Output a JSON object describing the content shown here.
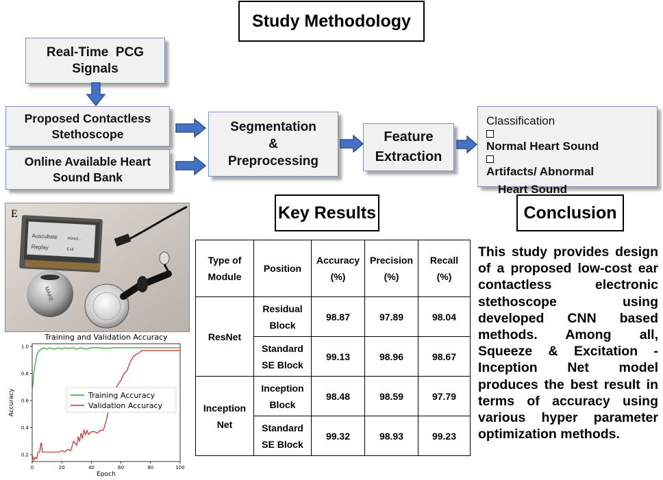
{
  "title": "Study Methodology",
  "flow": {
    "pcg": [
      "Real-Time  PCG",
      "Signals"
    ],
    "stethoscope": [
      "Proposed Contactless",
      "Stethoscope"
    ],
    "online": [
      "Online Available Heart",
      "Sound Bank"
    ],
    "segmentation": [
      "Segmentation",
      "&",
      "Preprocessing"
    ],
    "feature": [
      "Feature",
      "Extraction"
    ],
    "classification": {
      "heading": "Classification",
      "items": [
        "Normal Heart Sound",
        "Artifacts/ Abnormal",
        "Heart Sound"
      ]
    }
  },
  "photo": {
    "label": "E",
    "screen_items": [
      "Auscultate",
      "About...",
      "Replay",
      "Exit"
    ],
    "lettering": "MAKE"
  },
  "key_results_title": "Key Results",
  "conclusion_title": "Conclusion",
  "table": {
    "headers": [
      [
        "Type of",
        "Module"
      ],
      [
        "Position"
      ],
      [
        "Accuracy",
        "(%)"
      ],
      [
        "Precision",
        "(%)"
      ],
      [
        "Recall",
        "(%)"
      ]
    ],
    "groups": [
      {
        "module": "ResNet",
        "rows": [
          {
            "position": [
              "Residual",
              "Block"
            ],
            "accuracy": "98.87",
            "precision": "97.89",
            "recall": "98.04"
          },
          {
            "position": [
              "Standard",
              "SE Block"
            ],
            "accuracy": "99.13",
            "precision": "98.96",
            "recall": "98.67"
          }
        ]
      },
      {
        "module": [
          "Inception",
          "Net"
        ],
        "rows": [
          {
            "position": [
              "Inception",
              "Block"
            ],
            "accuracy": "98.48",
            "precision": "98.59",
            "recall": "97.79"
          },
          {
            "position": [
              "Standard",
              "SE Block"
            ],
            "accuracy": "99.32",
            "precision": "98.93",
            "recall": "99.23"
          }
        ]
      }
    ]
  },
  "conclusion_text": "This study provides design of a proposed low-cost ear contactless electronic stethoscope using developed CNN based methods. Among all, Squeeze & Excitation -Inception Net model produces the best result in terms of accuracy using various hyper parameter optimization methods.",
  "chart_data": {
    "type": "line",
    "title": "Training and Validation Accuracy",
    "xlabel": "Epoch",
    "ylabel": "Accuracy",
    "xlim": [
      0,
      100
    ],
    "ylim": [
      0.15,
      1.02
    ],
    "xticks": [
      "0",
      "20",
      "40",
      "60",
      "80",
      "100"
    ],
    "yticks": [
      "0.2",
      "0.4",
      "0.6",
      "0.8",
      "1.0"
    ],
    "legend_position": "center-right",
    "series": [
      {
        "name": "Training Accuracy",
        "color": "#2ca02c",
        "x": [
          0,
          1,
          2,
          3,
          4,
          5,
          6,
          7,
          8,
          10,
          12,
          15,
          18,
          20,
          22,
          25,
          28,
          30,
          33,
          36,
          40,
          45,
          50,
          55,
          60,
          65,
          70,
          75,
          80,
          85,
          90,
          95,
          100
        ],
        "y": [
          0.66,
          0.8,
          0.87,
          0.93,
          0.96,
          0.97,
          0.98,
          0.985,
          0.99,
          0.98,
          0.99,
          0.98,
          0.99,
          0.98,
          0.99,
          0.985,
          0.99,
          0.98,
          0.99,
          0.98,
          0.99,
          0.99,
          0.985,
          0.99,
          0.99,
          0.99,
          0.99,
          0.99,
          0.99,
          0.99,
          0.99,
          0.99,
          0.99
        ]
      },
      {
        "name": "Validation Accuracy",
        "color": "#d62728",
        "x": [
          0,
          1,
          2,
          3,
          4,
          5,
          6,
          7,
          8,
          10,
          12,
          14,
          16,
          18,
          20,
          22,
          24,
          26,
          28,
          30,
          31,
          32,
          33,
          34,
          35,
          36,
          37,
          38,
          39,
          40,
          42,
          44,
          46,
          48,
          50,
          52,
          54,
          56,
          58,
          60,
          62,
          64,
          66,
          68,
          70,
          72,
          74,
          76,
          80,
          85,
          90,
          95,
          100
        ],
        "y": [
          0.2,
          0.16,
          0.18,
          0.17,
          0.22,
          0.22,
          0.29,
          0.22,
          0.22,
          0.22,
          0.22,
          0.22,
          0.22,
          0.22,
          0.23,
          0.22,
          0.24,
          0.23,
          0.3,
          0.27,
          0.33,
          0.3,
          0.36,
          0.32,
          0.38,
          0.35,
          0.38,
          0.35,
          0.36,
          0.37,
          0.37,
          0.36,
          0.38,
          0.38,
          0.45,
          0.55,
          0.58,
          0.68,
          0.72,
          0.75,
          0.8,
          0.82,
          0.88,
          0.92,
          0.94,
          0.95,
          0.97,
          0.97,
          0.97,
          0.97,
          0.97,
          0.97,
          0.97
        ]
      }
    ]
  }
}
